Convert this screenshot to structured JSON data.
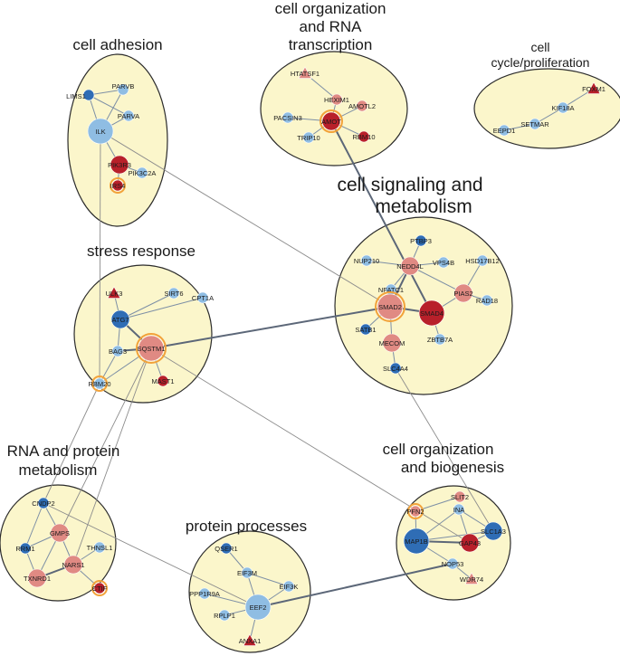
{
  "clusters": {
    "adhesion": {
      "title": "cell adhesion"
    },
    "rna_transcription": {
      "title_1": "cell organization",
      "title_2": "and RNA",
      "title_3": "transcription"
    },
    "cell_cycle": {
      "title_1": "cell",
      "title_2": "cycle/proliferation"
    },
    "signaling": {
      "title_1": "cell signaling and",
      "title_2": "metabolism"
    },
    "stress": {
      "title": "stress response"
    },
    "rna_protein": {
      "title_1": "RNA and protein",
      "title_2": "metabolism"
    },
    "biogenesis": {
      "title_1": "cell organization",
      "title_2": "and biogenesis"
    },
    "protein": {
      "title": "protein processes"
    }
  },
  "colors": {
    "dark_blue": "#2f6db5",
    "light_blue": "#8fbde3",
    "dark_red": "#b8202a",
    "light_red": "#e08a83",
    "orange_ring": "#f2a23a",
    "cluster_fill": "#fbf6cb"
  },
  "nodes": [
    {
      "id": "LIMS1",
      "label": "LIMS1",
      "color": "dark_blue",
      "size": "small"
    },
    {
      "id": "PARVB",
      "label": "PARVB",
      "color": "light_blue",
      "size": "small"
    },
    {
      "id": "PARVA",
      "label": "PARVA",
      "color": "light_blue",
      "size": "small"
    },
    {
      "id": "ILK",
      "label": "ILK",
      "color": "light_blue",
      "size": "large"
    },
    {
      "id": "PIK3R3",
      "label": "PIK3R3",
      "color": "dark_red",
      "size": "medium"
    },
    {
      "id": "PIK3C2A",
      "label": "PIK3C2A",
      "color": "light_blue",
      "size": "small"
    },
    {
      "id": "IRS4",
      "label": "IRS4",
      "color": "dark_red",
      "size": "small",
      "ring": true
    },
    {
      "id": "HTATSF1",
      "label": "HTATSF1",
      "color": "light_red",
      "size": "small",
      "shape": "triangle"
    },
    {
      "id": "HEXIM1",
      "label": "HEXIM1",
      "color": "light_red",
      "size": "small"
    },
    {
      "id": "AMOTL2",
      "label": "AMOTL2",
      "color": "light_red",
      "size": "small"
    },
    {
      "id": "PACSIN3",
      "label": "PACSIN3",
      "color": "light_blue",
      "size": "small"
    },
    {
      "id": "AMOT",
      "label": "AMOT",
      "color": "dark_red",
      "size": "medium",
      "ring": true
    },
    {
      "id": "RBM10",
      "label": "RBM10",
      "color": "dark_red",
      "size": "small"
    },
    {
      "id": "TRIP10",
      "label": "TRIP10",
      "color": "light_blue",
      "size": "small"
    },
    {
      "id": "FOXM1",
      "label": "FOXM1",
      "color": "dark_red",
      "size": "small",
      "shape": "triangle"
    },
    {
      "id": "KIF18A",
      "label": "KIF18A",
      "color": "light_blue",
      "size": "small"
    },
    {
      "id": "SETMAR",
      "label": "SETMAR",
      "color": "light_blue",
      "size": "small"
    },
    {
      "id": "EEPD1",
      "label": "EEPD1",
      "color": "light_blue",
      "size": "small"
    },
    {
      "id": "PTBP3",
      "label": "PTBP3",
      "color": "dark_blue",
      "size": "small"
    },
    {
      "id": "NUP210",
      "label": "NUP210",
      "color": "light_blue",
      "size": "small"
    },
    {
      "id": "NEDD4L",
      "label": "NEDD4L",
      "color": "light_red",
      "size": "medium"
    },
    {
      "id": "VPS4B",
      "label": "VPS4B",
      "color": "light_blue",
      "size": "small"
    },
    {
      "id": "HSD17B12",
      "label": "HSD17B12",
      "color": "light_blue",
      "size": "small"
    },
    {
      "id": "NFATC1",
      "label": "NFATC1",
      "color": "light_blue",
      "size": "small"
    },
    {
      "id": "PIAS2",
      "label": "PIAS2",
      "color": "light_red",
      "size": "medium"
    },
    {
      "id": "RAD18",
      "label": "RAD18",
      "color": "light_blue",
      "size": "small"
    },
    {
      "id": "SMAD2",
      "label": "SMAD2",
      "color": "light_red",
      "size": "large",
      "ring": true
    },
    {
      "id": "SMAD4",
      "label": "SMAD4",
      "color": "dark_red",
      "size": "large"
    },
    {
      "id": "SATB1",
      "label": "SATB1",
      "color": "dark_blue",
      "size": "small"
    },
    {
      "id": "MECOM",
      "label": "MECOM",
      "color": "light_red",
      "size": "medium"
    },
    {
      "id": "ZBTB7A",
      "label": "ZBTB7A",
      "color": "light_blue",
      "size": "small"
    },
    {
      "id": "SLC4A4",
      "label": "SLC4A4",
      "color": "dark_blue",
      "size": "small"
    },
    {
      "id": "ULK3",
      "label": "ULK3",
      "color": "dark_red",
      "size": "small",
      "shape": "triangle"
    },
    {
      "id": "SIRT6",
      "label": "SIRT6",
      "color": "light_blue",
      "size": "small"
    },
    {
      "id": "CPT1A",
      "label": "CPT1A",
      "color": "light_blue",
      "size": "small"
    },
    {
      "id": "ATG7",
      "label": "ATG7",
      "color": "dark_blue",
      "size": "medium"
    },
    {
      "id": "BAG3",
      "label": "BAG3",
      "color": "light_blue",
      "size": "small"
    },
    {
      "id": "SQSTM1",
      "label": "SQSTM1",
      "color": "light_red",
      "size": "large",
      "ring": true
    },
    {
      "id": "RBM20",
      "label": "RBM20",
      "color": "light_blue",
      "size": "small",
      "ring": true
    },
    {
      "id": "MAST1",
      "label": "MAST1",
      "color": "dark_red",
      "size": "small"
    },
    {
      "id": "CNDP2",
      "label": "CNDP2",
      "color": "dark_blue",
      "size": "small"
    },
    {
      "id": "GMPS",
      "label": "GMPS",
      "color": "light_red",
      "size": "medium"
    },
    {
      "id": "RRM1",
      "label": "RRM1",
      "color": "dark_blue",
      "size": "small"
    },
    {
      "id": "THNSL1",
      "label": "THNSL1",
      "color": "light_blue",
      "size": "small"
    },
    {
      "id": "NARS1",
      "label": "NARS1",
      "color": "light_red",
      "size": "medium"
    },
    {
      "id": "TXNRD1",
      "label": "TXNRD1",
      "color": "light_red",
      "size": "medium"
    },
    {
      "id": "CTIF",
      "label": "CTIF",
      "color": "dark_red",
      "size": "small",
      "ring": true
    },
    {
      "id": "QSER1",
      "label": "QSER1",
      "color": "dark_blue",
      "size": "small"
    },
    {
      "id": "EIF3M",
      "label": "EIF3M",
      "color": "light_blue",
      "size": "small"
    },
    {
      "id": "EIF3K",
      "label": "EIF3K",
      "color": "light_blue",
      "size": "small"
    },
    {
      "id": "PPP1R9A",
      "label": "PPP1R9A",
      "color": "light_blue",
      "size": "small"
    },
    {
      "id": "EEF2",
      "label": "EEF2",
      "color": "light_blue",
      "size": "large"
    },
    {
      "id": "RPLP1",
      "label": "RPLP1",
      "color": "light_blue",
      "size": "small"
    },
    {
      "id": "ANXA1",
      "label": "ANXA1",
      "color": "dark_red",
      "size": "small",
      "shape": "triangle"
    },
    {
      "id": "SLIT2",
      "label": "SLIT2",
      "color": "light_red",
      "size": "small"
    },
    {
      "id": "PFN2",
      "label": "PFN2",
      "color": "light_red",
      "size": "small",
      "ring": true
    },
    {
      "id": "INA",
      "label": "INA",
      "color": "light_blue",
      "size": "small"
    },
    {
      "id": "MAP1B",
      "label": "MAP1B",
      "color": "dark_blue",
      "size": "large"
    },
    {
      "id": "GAP43",
      "label": "GAP43",
      "color": "dark_red",
      "size": "medium"
    },
    {
      "id": "SLC1A3",
      "label": "SLC1A3",
      "color": "dark_blue",
      "size": "medium"
    },
    {
      "id": "NOP53",
      "label": "NOP53",
      "color": "light_blue",
      "size": "small"
    },
    {
      "id": "WDR74",
      "label": "WDR74",
      "color": "light_red",
      "size": "small",
      "shape": "triangle"
    }
  ],
  "edges": [
    [
      "LIMS1",
      "PARVB"
    ],
    [
      "LIMS1",
      "ILK"
    ],
    [
      "PARVB",
      "ILK"
    ],
    [
      "PARVA",
      "ILK"
    ],
    [
      "LIMS1",
      "PARVA"
    ],
    [
      "ILK",
      "PIK3R3"
    ],
    [
      "PIK3R3",
      "PIK3C2A"
    ],
    [
      "PIK3R3",
      "IRS4"
    ],
    [
      "HTATSF1",
      "HEXIM1"
    ],
    [
      "HEXIM1",
      "AMOT"
    ],
    [
      "AMOTL2",
      "AMOT"
    ],
    [
      "PACSIN3",
      "AMOT"
    ],
    [
      "AMOT",
      "RBM10"
    ],
    [
      "TRIP10",
      "AMOT"
    ],
    [
      "FOXM1",
      "KIF18A"
    ],
    [
      "KIF18A",
      "SETMAR"
    ],
    [
      "SETMAR",
      "EEPD1"
    ],
    [
      "PTBP3",
      "NEDD4L"
    ],
    [
      "NUP210",
      "NEDD4L"
    ],
    [
      "NEDD4L",
      "VPS4B"
    ],
    [
      "NEDD4L",
      "NFATC1"
    ],
    [
      "NEDD4L",
      "SMAD2"
    ],
    [
      "NEDD4L",
      "PIAS2"
    ],
    [
      "HSD17B12",
      "PIAS2"
    ],
    [
      "PIAS2",
      "RAD18"
    ],
    [
      "PIAS2",
      "SMAD4"
    ],
    [
      "SMAD2",
      "SMAD4"
    ],
    [
      "SMAD2",
      "MECOM"
    ],
    [
      "SMAD2",
      "SATB1"
    ],
    [
      "SMAD4",
      "ZBTB7A"
    ],
    [
      "MECOM",
      "SLC4A4"
    ],
    [
      "NFATC1",
      "SMAD2"
    ],
    [
      "ULK3",
      "ATG7"
    ],
    [
      "SIRT6",
      "ATG7"
    ],
    [
      "CPT1A",
      "ATG7"
    ],
    [
      "ATG7",
      "BAG3"
    ],
    [
      "ATG7",
      "SQSTM1"
    ],
    [
      "BAG3",
      "SQSTM1"
    ],
    [
      "SQSTM1",
      "RBM20"
    ],
    [
      "SQSTM1",
      "MAST1"
    ],
    [
      "BAG3",
      "RBM20"
    ],
    [
      "CNDP2",
      "GMPS"
    ],
    [
      "GMPS",
      "RRM1"
    ],
    [
      "GMPS",
      "NARS1"
    ],
    [
      "GMPS",
      "TXNRD1"
    ],
    [
      "NARS1",
      "THNSL1"
    ],
    [
      "NARS1",
      "TXNRD1"
    ],
    [
      "NARS1",
      "CTIF"
    ],
    [
      "RRM1",
      "TXNRD1"
    ],
    [
      "CNDP2",
      "RRM1"
    ],
    [
      "QSER1",
      "EIF3M"
    ],
    [
      "EIF3M",
      "EEF2"
    ],
    [
      "EIF3K",
      "EEF2"
    ],
    [
      "PPP1R9A",
      "EEF2"
    ],
    [
      "EEF2",
      "RPLP1"
    ],
    [
      "EEF2",
      "ANXA1"
    ],
    [
      "EIF3M",
      "EIF3K"
    ],
    [
      "SLIT2",
      "PFN2"
    ],
    [
      "PFN2",
      "MAP1B"
    ],
    [
      "INA",
      "MAP1B"
    ],
    [
      "MAP1B",
      "GAP43"
    ],
    [
      "GAP43",
      "SLC1A3"
    ],
    [
      "MAP1B",
      "NOP53"
    ],
    [
      "NOP53",
      "WDR74"
    ],
    [
      "INA",
      "SLC1A3"
    ],
    [
      "MAP1B",
      "SLC1A3"
    ],
    [
      "INA",
      "GAP43"
    ],
    [
      "ILK",
      "SMAD2"
    ],
    [
      "ILK",
      "RBM20"
    ],
    [
      "AMOT",
      "SMAD4"
    ],
    [
      "SQSTM1",
      "SMAD2"
    ],
    [
      "SQSTM1",
      "GAP43"
    ],
    [
      "SQSTM1",
      "NARS1"
    ],
    [
      "RBM20",
      "CNDP2"
    ],
    [
      "CNDP2",
      "EEF2"
    ],
    [
      "EEF2",
      "NOP53"
    ],
    [
      "SLC4A4",
      "SLC1A3"
    ],
    [
      "GMPS",
      "SQSTM1"
    ]
  ]
}
